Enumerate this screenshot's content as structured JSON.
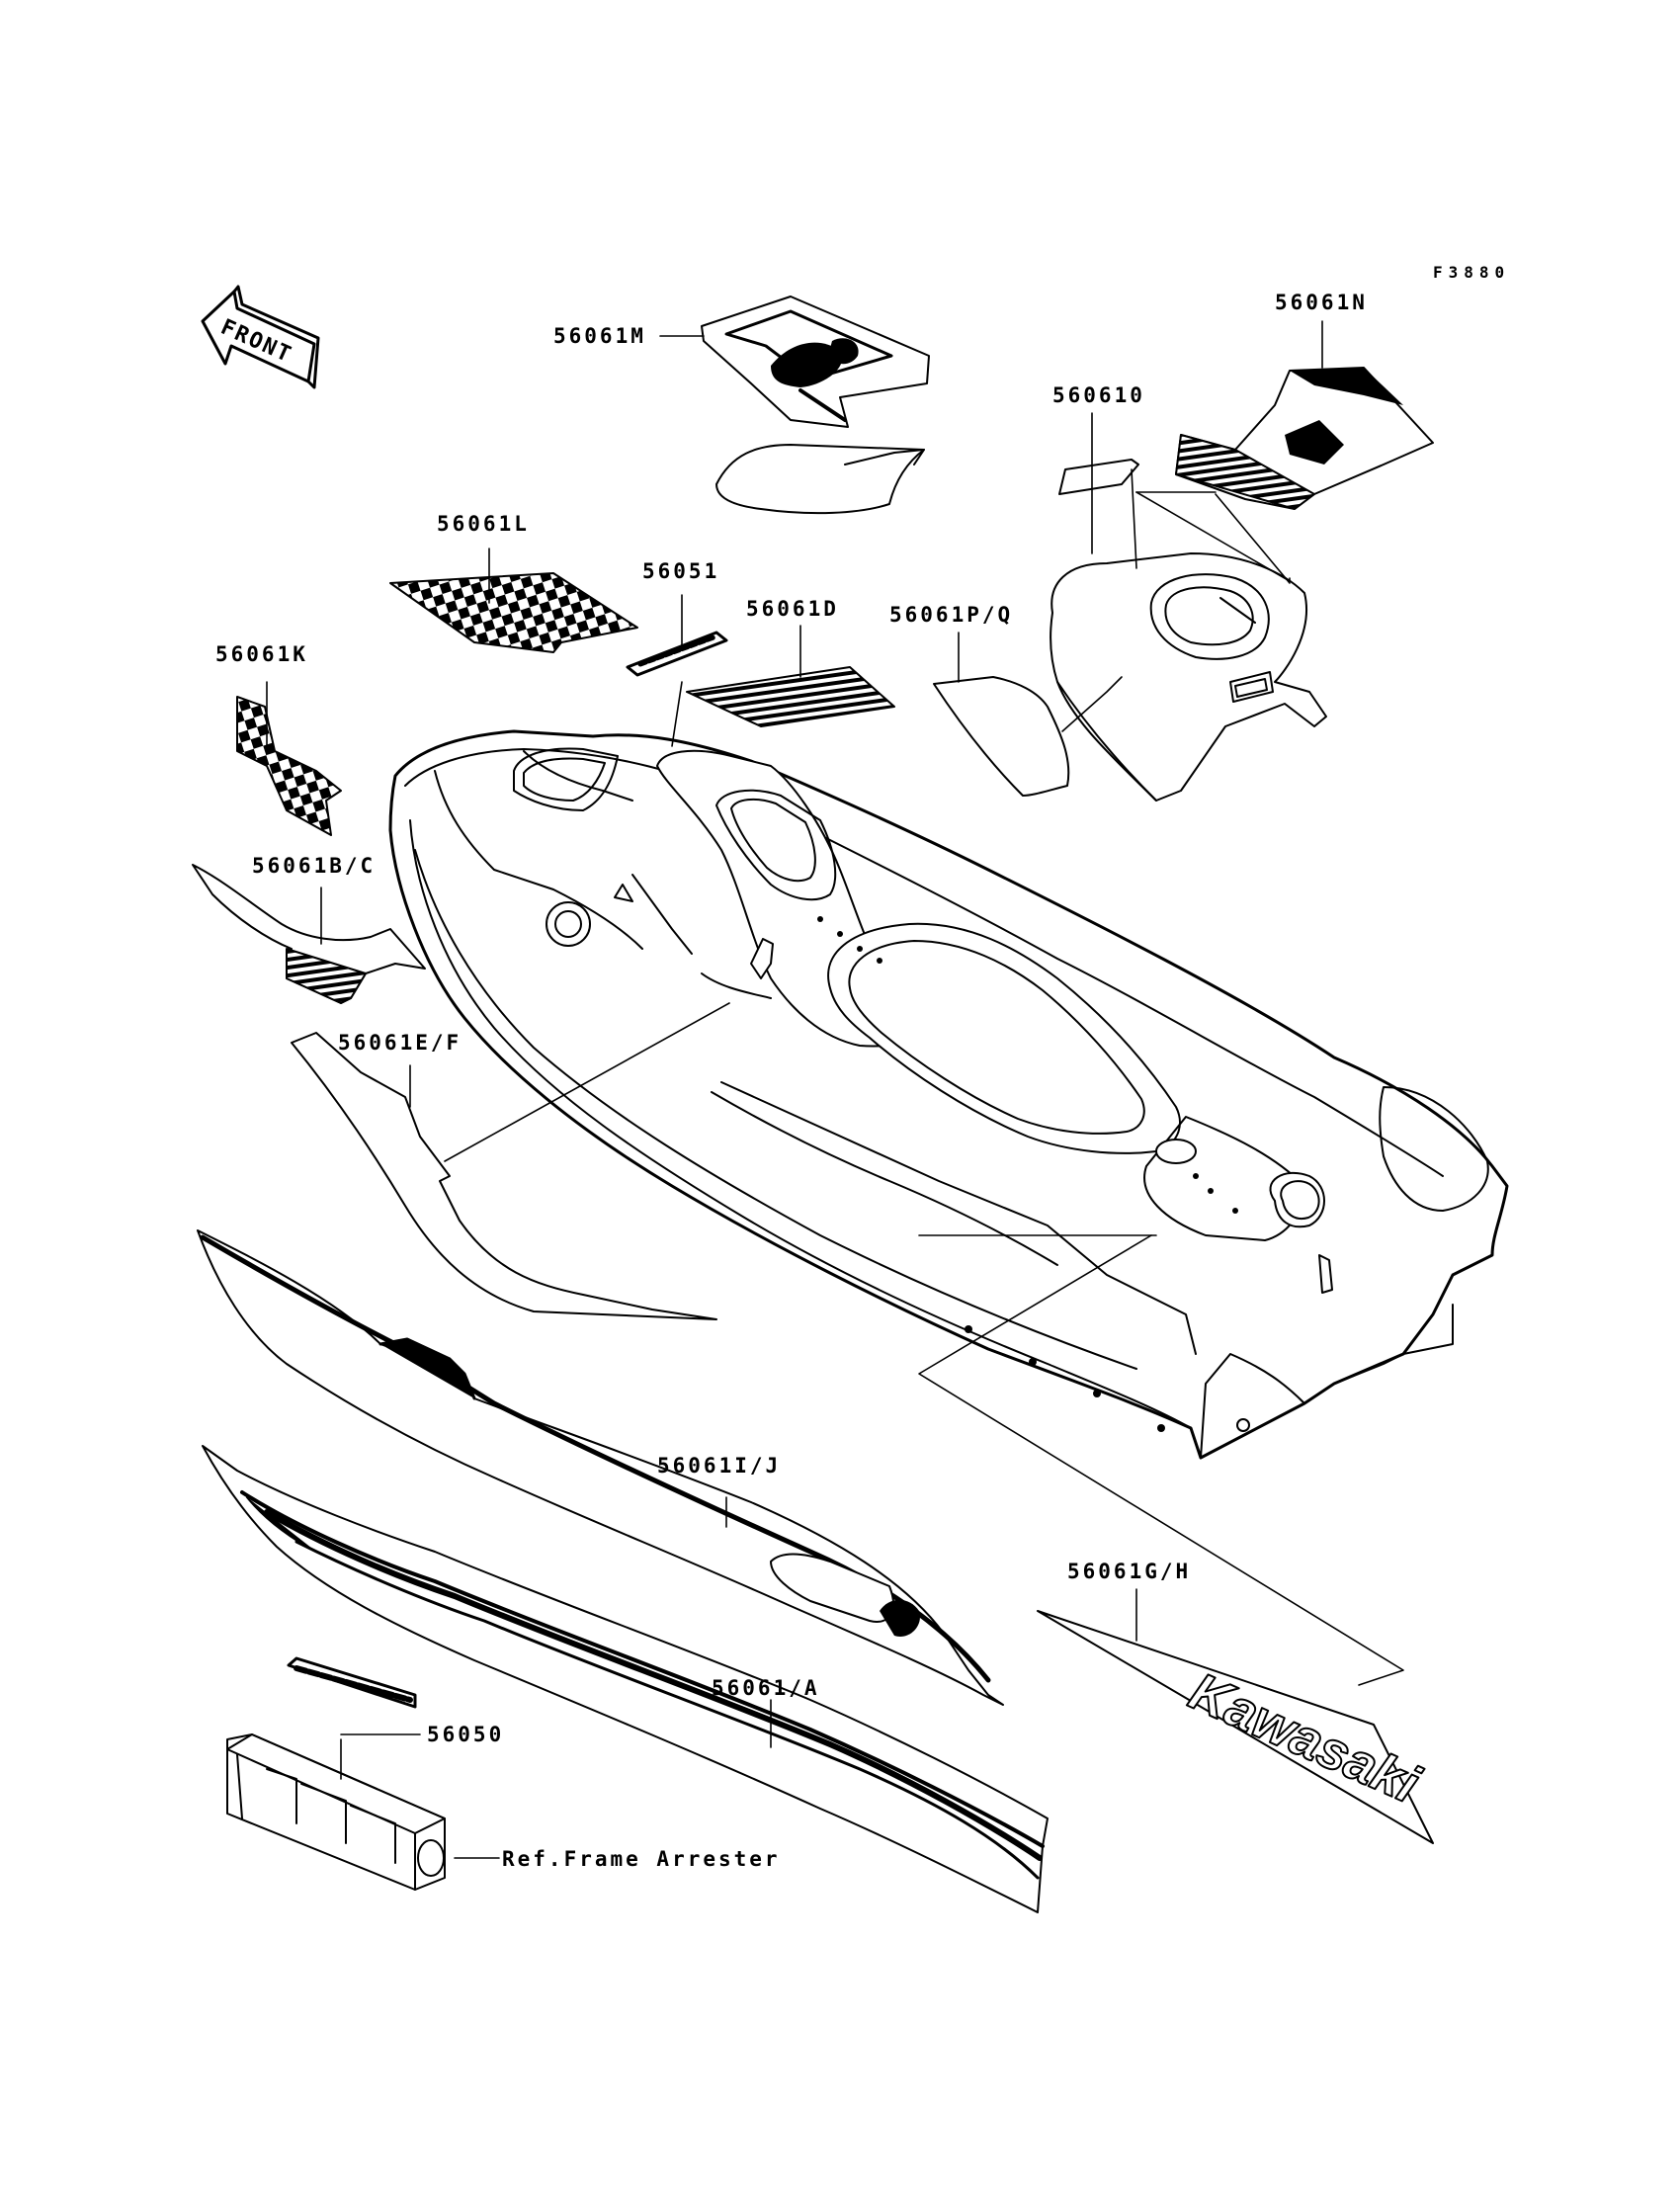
{
  "figure_code": "F3880",
  "front_arrow": "FRONT",
  "brand_decal_text": "Kawasaki",
  "colors": {
    "ink": "#000000",
    "paper": "#ffffff"
  },
  "callouts": {
    "p56061M": "56061M",
    "p56061N": "56061N",
    "p560610": "560610",
    "p56061L": "56061L",
    "p56051": "56051",
    "p56061D": "56061D",
    "p56061PQ": "56061P/Q",
    "p56061K": "56061K",
    "p56061BC": "56061B/C",
    "p56061EF": "56061E/F",
    "p56061IJ": "56061I/J",
    "p56061GH": "56061G/H",
    "p56061A": "56061/A",
    "p56050": "56050",
    "ref_frame": "Ref.Frame Arrester"
  }
}
